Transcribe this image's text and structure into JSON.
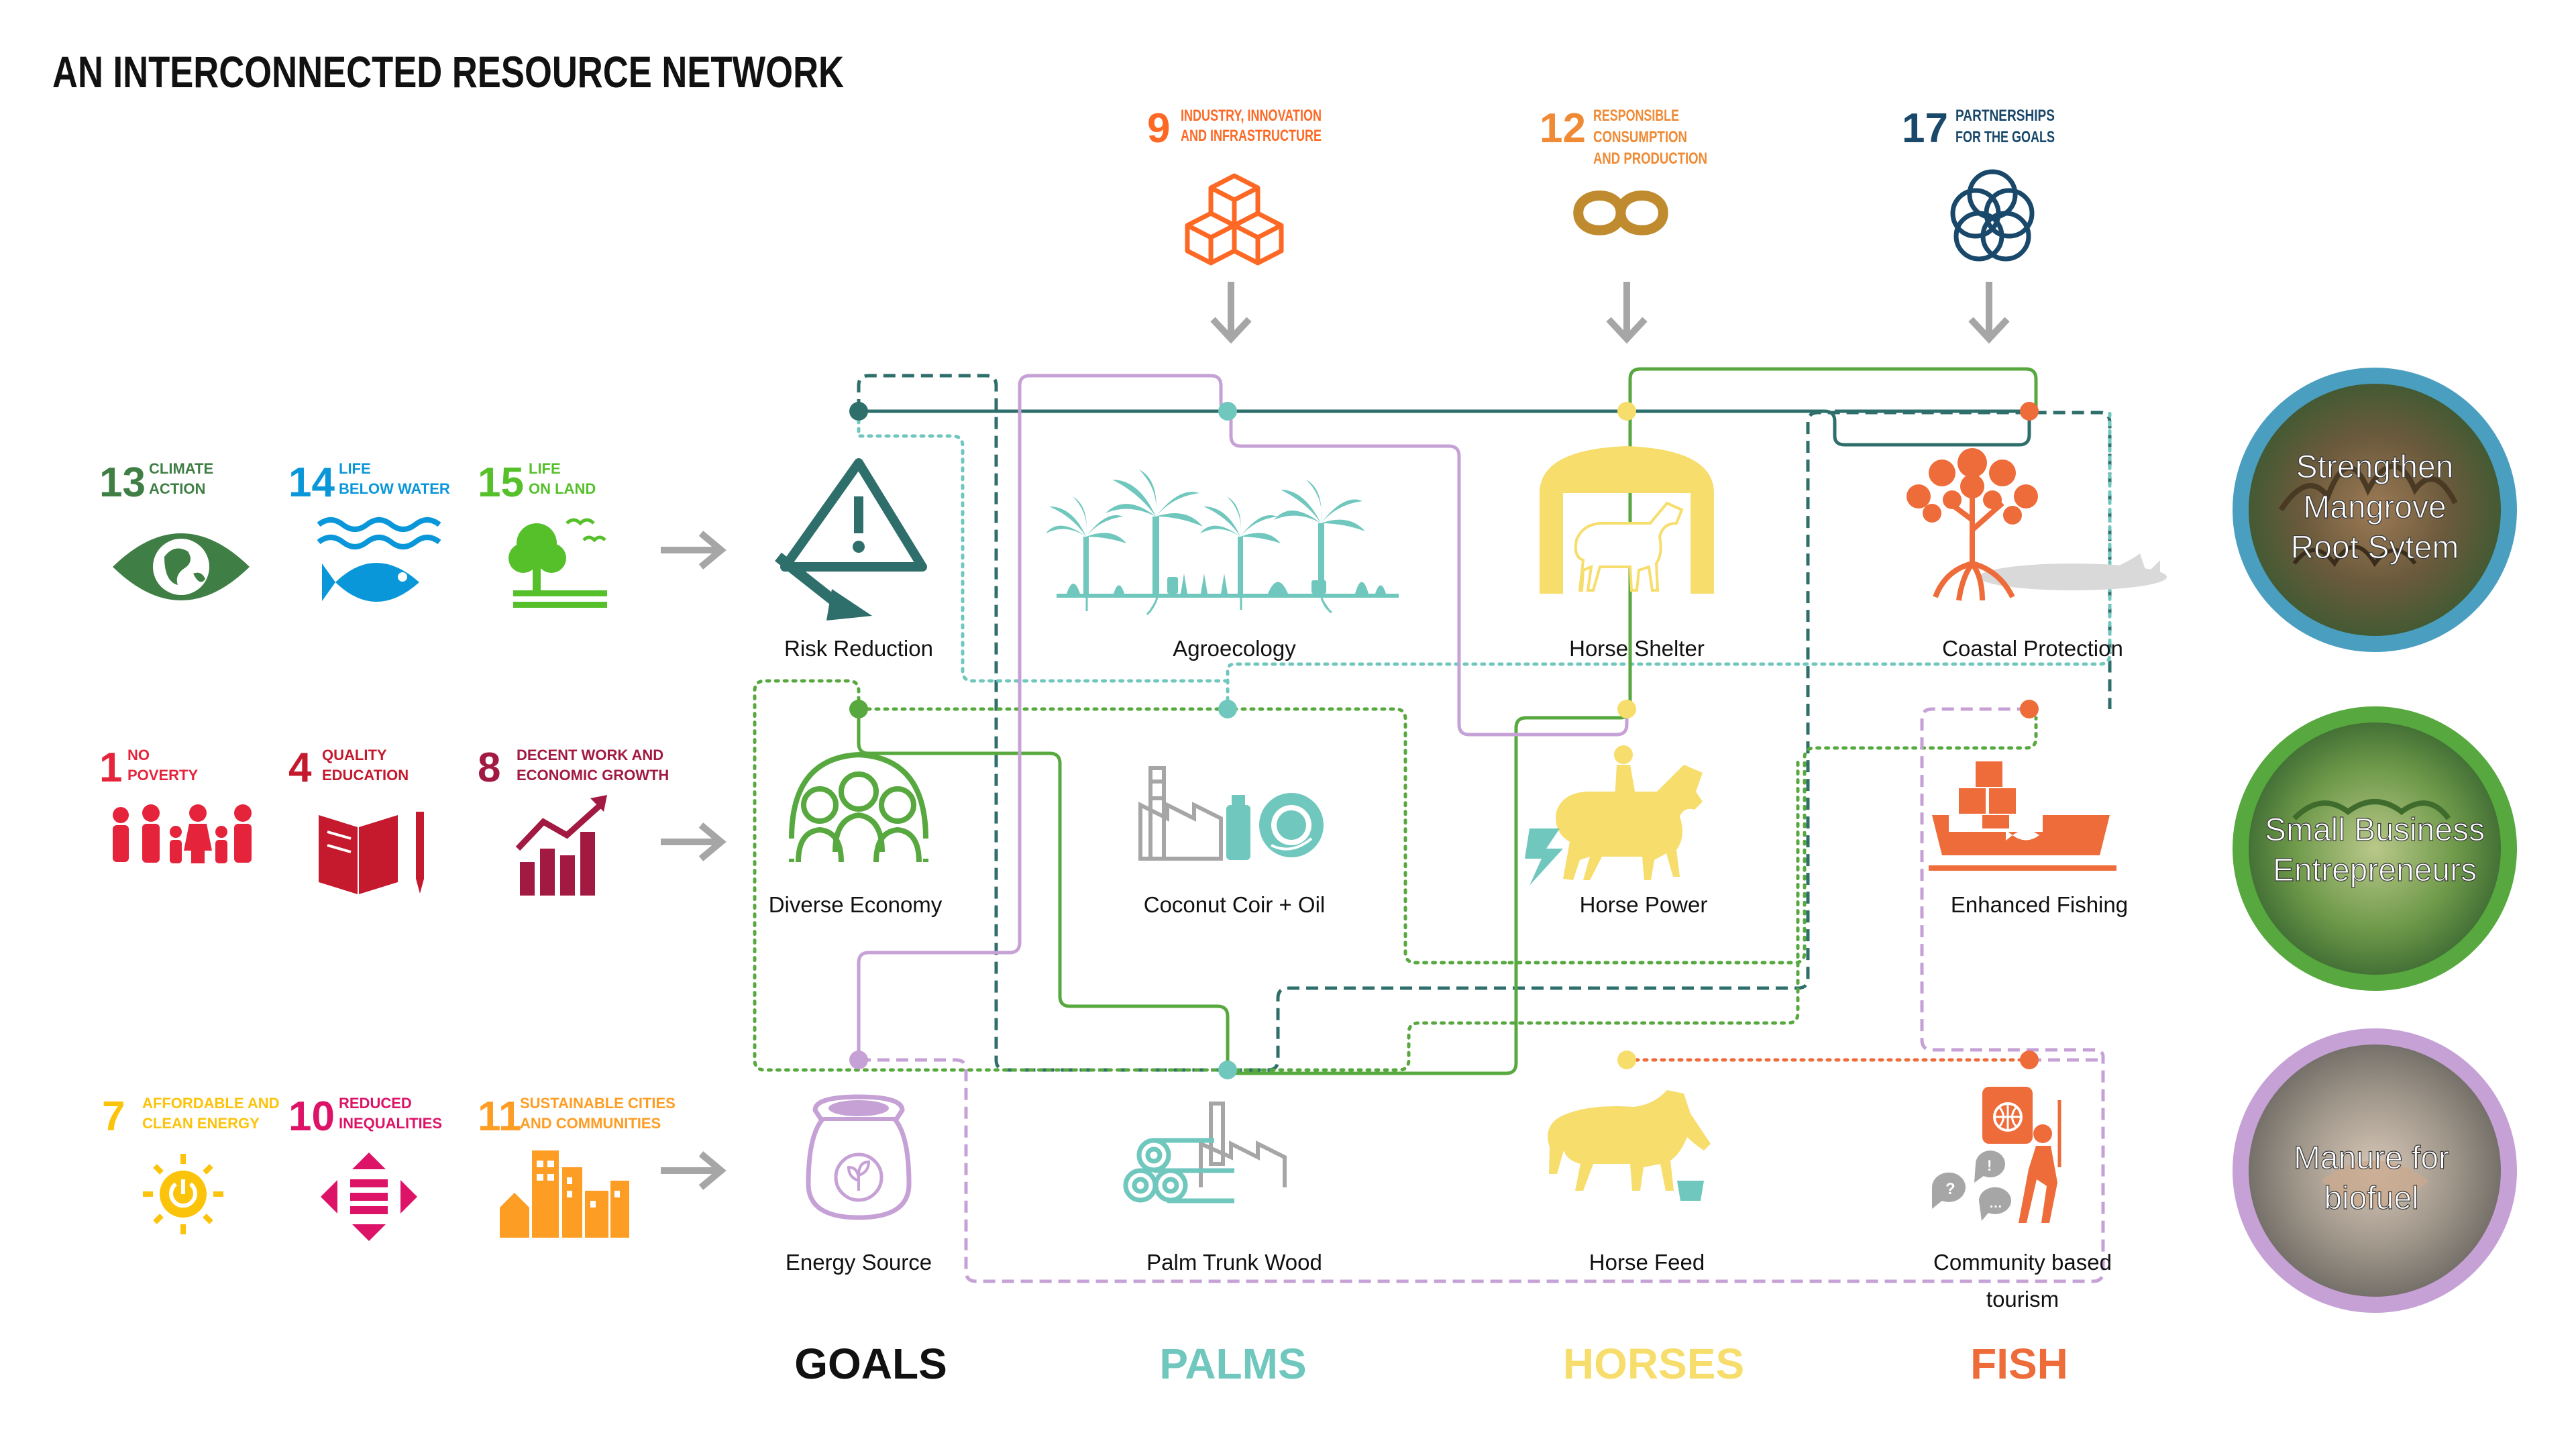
{
  "title": "AN INTERCONNECTED RESOURCE NETWORK",
  "colors": {
    "goals": "#2e6e6b",
    "palms": "#6fc7bd",
    "horses": "#f6dd6c",
    "fish": "#ee6b3a",
    "green": "#57a83f",
    "purple": "#c6a1d6",
    "arrow": "#a6a6a6",
    "sdg1": "#e5243b",
    "sdg4": "#c5192d",
    "sdg7": "#fcc30b",
    "sdg8": "#a21942",
    "sdg9": "#fd6925",
    "sdg10": "#dd1367",
    "sdg11": "#fd9d24",
    "sdg12": "#bf8b2e",
    "sdg13": "#3f7e44",
    "sdg14": "#0a97d9",
    "sdg15": "#56c02b",
    "sdg17": "#19486a"
  },
  "top_sdgs": [
    {
      "number": "9",
      "line1": "INDUSTRY, INNOVATION",
      "line2": "AND INFRASTRUCTURE",
      "line3": "",
      "icon": "cubes-icon"
    },
    {
      "number": "12",
      "line1": "RESPONSIBLE",
      "line2": "CONSUMPTION",
      "line3": "AND PRODUCTION",
      "icon": "infinity-icon"
    },
    {
      "number": "17",
      "line1": "PARTNERSHIPS",
      "line2": "FOR THE GOALS",
      "line3": "",
      "icon": "rings-icon"
    }
  ],
  "left_rows": [
    {
      "sdgs": [
        {
          "number": "13",
          "line1": "CLIMATE",
          "line2": "ACTION",
          "icon": "earth-eye-icon"
        },
        {
          "number": "14",
          "line1": "LIFE",
          "line2": "BELOW WATER",
          "icon": "fish-waves-icon"
        },
        {
          "number": "15",
          "line1": "LIFE",
          "line2": "ON LAND",
          "icon": "tree-birds-icon"
        }
      ]
    },
    {
      "sdgs": [
        {
          "number": "1",
          "line1": "NO",
          "line2": "POVERTY",
          "icon": "family-icon"
        },
        {
          "number": "4",
          "line1": "QUALITY",
          "line2": "EDUCATION",
          "icon": "book-pencil-icon"
        },
        {
          "number": "8",
          "line1": "DECENT WORK AND",
          "line2": "ECONOMIC GROWTH",
          "icon": "growth-chart-icon"
        }
      ]
    },
    {
      "sdgs": [
        {
          "number": "7",
          "line1": "AFFORDABLE AND",
          "line2": "CLEAN ENERGY",
          "icon": "sun-power-icon"
        },
        {
          "number": "10",
          "line1": "REDUCED",
          "line2": "INEQUALITIES",
          "icon": "equals-arrows-icon"
        },
        {
          "number": "11",
          "line1": "SUSTAINABLE CITIES",
          "line2": "AND COMMUNITIES",
          "icon": "city-icon"
        }
      ]
    }
  ],
  "nodes": {
    "risk_reduction": "Risk Reduction",
    "agroecology": "Agroecology",
    "horse_shelter": "Horse Shelter",
    "coastal_protection": "Coastal Protection",
    "diverse_economy": "Diverse Economy",
    "coconut_coir_oil": "Coconut Coir + Oil",
    "horse_power": "Horse Power",
    "enhanced_fishing": "Enhanced Fishing",
    "energy_source": "Energy Source",
    "palm_trunk_wood": "Palm Trunk Wood",
    "horse_feed": "Horse Feed",
    "community_tourism_1": "Community based",
    "community_tourism_2": "tourism"
  },
  "columns": {
    "goals": "GOALS",
    "palms": "PALMS",
    "horses": "HORSES",
    "fish": "FISH"
  },
  "circles": [
    {
      "line1": "Strengthen",
      "line2": "Mangrove",
      "line3": "Root Sytem",
      "ring": "#4a9fc0"
    },
    {
      "line1": "Small Business",
      "line2": "Entrepreneurs",
      "line3": "",
      "ring": "#57a83f"
    },
    {
      "line1": "Manure for",
      "line2": "biofuel",
      "line3": "",
      "ring": "#c6a1d6"
    }
  ]
}
